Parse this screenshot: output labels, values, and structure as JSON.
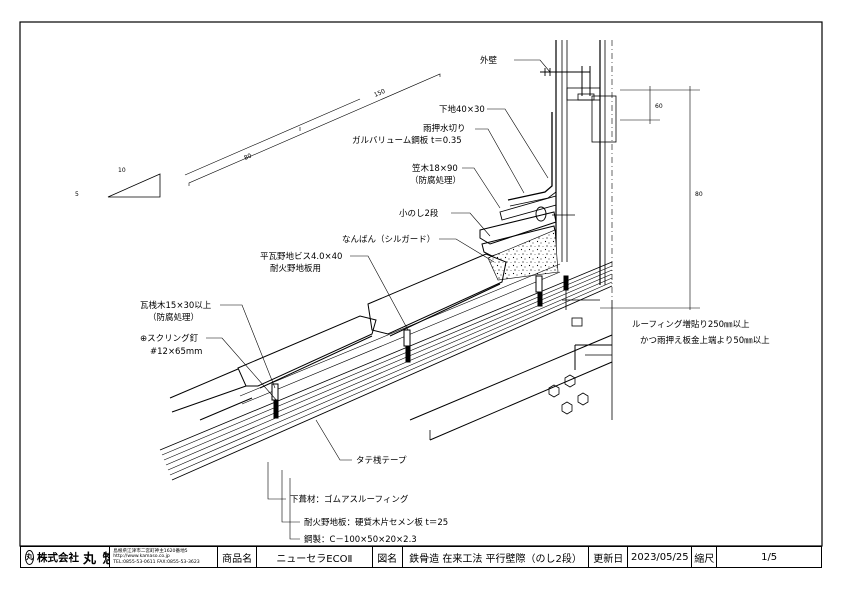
{
  "labels": {
    "exterior_wall": "外壁",
    "furring": "下地40×30",
    "flashing": "雨押水切り",
    "galvalume": "ガルバリューム鋼板 t＝0.35",
    "kasagi": "笠木18×90",
    "kasagi_treat": "（防腐処理）",
    "konoshi": "小のし2段",
    "nanban": "なんばん（シルガード）",
    "screw": "平瓦野地ビス4.0×40",
    "screw_use": "耐火野地板用",
    "batten": "瓦桟木15×30以上",
    "batten_treat": "（防腐処理）",
    "nail": "⊕スクリング釘",
    "nail_size": "#12×65mm",
    "tape": "タテ桟テープ",
    "underlay": "下葺材：ゴムアスルーフィング",
    "sheathing": "耐火野地板：硬質木片セメン板 t＝25",
    "steel": "鋼製：C－100×50×20×2.3",
    "roofing_note1": "ルーフィング増貼り250㎜以上",
    "roofing_note2": "かつ雨押え板金上端より50㎜以上"
  },
  "dimensions": {
    "slope_run": "10",
    "slope_rise": "5",
    "dim_a": "80",
    "dim_b": "150",
    "dim_c": "60",
    "dim_d": "80"
  },
  "title_block": {
    "company": "株式会社",
    "company_name": "丸 惣",
    "address": "島根県江津市二宮町神主1620番地5",
    "url": "http://www.kamaso.co.jp",
    "tel": "TEL:0855-53-0611 FAX:0855-53-3623",
    "product_label": "商品名",
    "product": "ニューセラECOⅡ",
    "drawing_label": "図名",
    "drawing": "鉄骨造 在来工法 平行壁際（のし2段）",
    "updated_label": "更新日",
    "updated": "2023/05/25",
    "scale_label": "縮尺",
    "scale": "1/5"
  }
}
